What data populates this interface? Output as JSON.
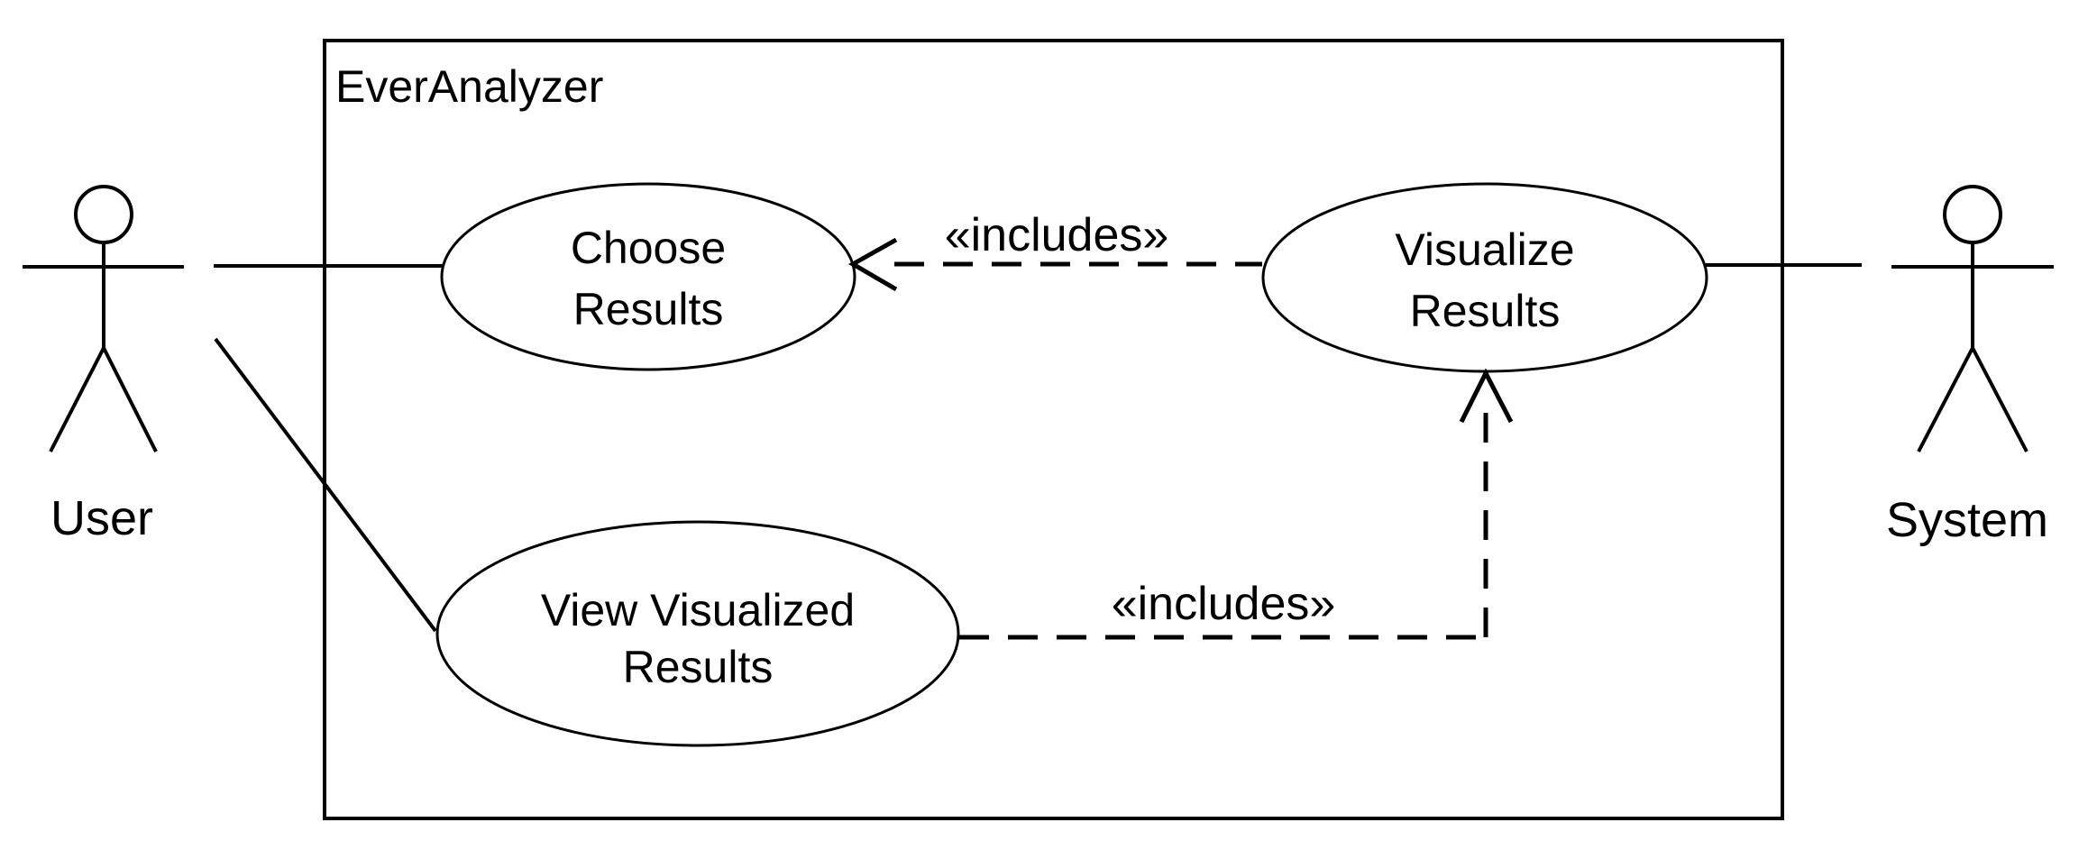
{
  "diagram": {
    "type": "uml-use-case-diagram",
    "title": "EverAnalyzer",
    "colors": {
      "background": "#ffffff",
      "stroke": "#000000",
      "text": "#000000"
    },
    "actors": [
      {
        "name": "User"
      },
      {
        "name": "System"
      }
    ],
    "use_cases": [
      {
        "line1": "Choose",
        "line2": "Results"
      },
      {
        "line1": "Visualize",
        "line2": "Results"
      },
      {
        "line1": "View Visualized",
        "line2": "Results"
      }
    ],
    "includes": [
      {
        "label": "«includes»",
        "from": "Visualize Results",
        "to": "Choose Results"
      },
      {
        "label": "«includes»",
        "from": "View Visualized Results",
        "to": "Visualize Results"
      }
    ],
    "associations": [
      {
        "from": "User",
        "to": "Choose Results"
      },
      {
        "from": "User",
        "to": "View Visualized Results"
      },
      {
        "from": "System",
        "to": "Visualize Results"
      }
    ]
  }
}
